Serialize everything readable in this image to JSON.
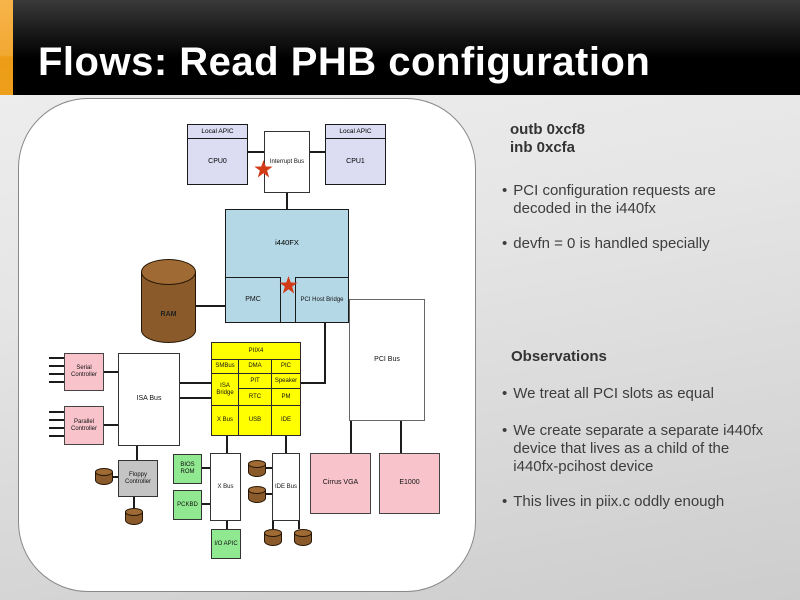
{
  "header": {
    "title": "Flows: Read PHB configuration"
  },
  "panel": {
    "io_lines": [
      "outb 0xcf8",
      "inb 0xcfa"
    ],
    "bullets_top": [
      "PCI configuration requests are decoded in the i440fx",
      "devfn = 0 is handled specially"
    ],
    "observations_title": "Observations",
    "bullets_bottom": [
      "We treat all PCI slots as equal",
      "We create separate a separate i440fx device that lives as a child of the i440fx-pcihost device",
      "This lives in piix.c oddly enough"
    ]
  },
  "diagram": {
    "cpu0": {
      "header": "Local APIC",
      "label": "CPU0"
    },
    "cpu1": {
      "header": "Local APIC",
      "label": "CPU1"
    },
    "interrupt_bus": "Interrupt Bus",
    "i440fx": "i440FX",
    "pmc": "PMC",
    "pci_host_bridge": "PCI Host Bridge",
    "ram": "RAM",
    "pci_bus": "PCI Bus",
    "piix4": {
      "title": "PIIX4",
      "smbus": "SMBus",
      "dma": "DMA",
      "pic": "PIC",
      "isa_bridge": "ISA Bridge",
      "pit": "PIT",
      "speaker": "Speaker",
      "rtc": "RTC",
      "pm": "PM",
      "x_bus_cell": "X Bus",
      "usb": "USB",
      "ide": "IDE"
    },
    "isa_bus": "ISA Bus",
    "serial_controller": "Serial Controller",
    "parallel_controller": "Parallel Controller",
    "floppy_controller": "Floppy Controller",
    "bios_rom": "BIOS ROM",
    "pckbd": "PCKBD",
    "x_bus": "X Bus",
    "io_apic": "I/O APIC",
    "ide_bus": "IDE Bus",
    "cirrus_vga": "Cirrus VGA",
    "e1000": "E1000"
  },
  "colors": {
    "accent_orange": "#f2a832",
    "header_black": "#000000",
    "title_white": "#ffffff",
    "box_lavender": "#dcdcf2",
    "box_blue": "#b5d8e6",
    "box_yellow": "#ffff00",
    "box_green": "#90e890",
    "box_pink": "#f9c3cc",
    "box_gray": "#c4c4c4",
    "ram_orange": "#f5a11e",
    "disk_brown": "#8a5a2a",
    "star_red": "#d13b16",
    "text_dark": "#3d3d3d"
  }
}
